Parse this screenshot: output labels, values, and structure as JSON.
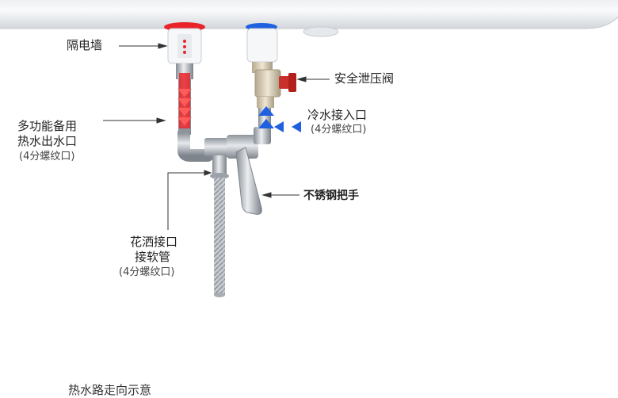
{
  "labels": {
    "isolation_wall": "隔电墙",
    "safety_valve": "安全泄压阀",
    "cold_inlet_line1": "冷水接入口",
    "cold_inlet_line2": "(4分螺纹口)",
    "spare_outlet_line1": "多功能备用",
    "spare_outlet_line2": "热水出水口",
    "spare_outlet_line3": "(4分螺纹口)",
    "handle": "不锈钢把手",
    "shower_line1": "花洒接口",
    "shower_line2": "接软管",
    "shower_line3": "(4分螺纹口)"
  },
  "footer": {
    "caption": "热水路走向示意"
  },
  "colors": {
    "hot": "#e8242a",
    "cold": "#1f5fe0",
    "steel": "#b9bec4",
    "heater_body": "#eef0f2"
  }
}
